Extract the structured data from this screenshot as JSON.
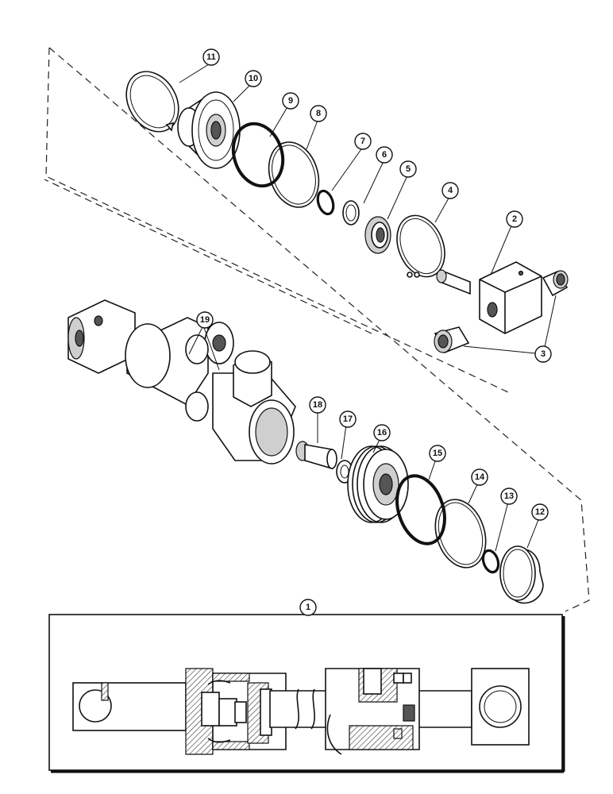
{
  "callouts": [
    {
      "id": "callout-1",
      "label": "1"
    },
    {
      "id": "callout-2",
      "label": "2"
    },
    {
      "id": "callout-3",
      "label": "3"
    },
    {
      "id": "callout-4",
      "label": "4"
    },
    {
      "id": "callout-5",
      "label": "5"
    },
    {
      "id": "callout-6",
      "label": "6"
    },
    {
      "id": "callout-7",
      "label": "7"
    },
    {
      "id": "callout-8",
      "label": "8"
    },
    {
      "id": "callout-9",
      "label": "9"
    },
    {
      "id": "callout-10",
      "label": "10"
    },
    {
      "id": "callout-11",
      "label": "11"
    },
    {
      "id": "callout-12",
      "label": "12"
    },
    {
      "id": "callout-13",
      "label": "13"
    },
    {
      "id": "callout-14",
      "label": "14"
    },
    {
      "id": "callout-15",
      "label": "15"
    },
    {
      "id": "callout-16",
      "label": "16"
    },
    {
      "id": "callout-17",
      "label": "17"
    },
    {
      "id": "callout-18",
      "label": "18"
    },
    {
      "id": "callout-19",
      "label": "19"
    }
  ]
}
